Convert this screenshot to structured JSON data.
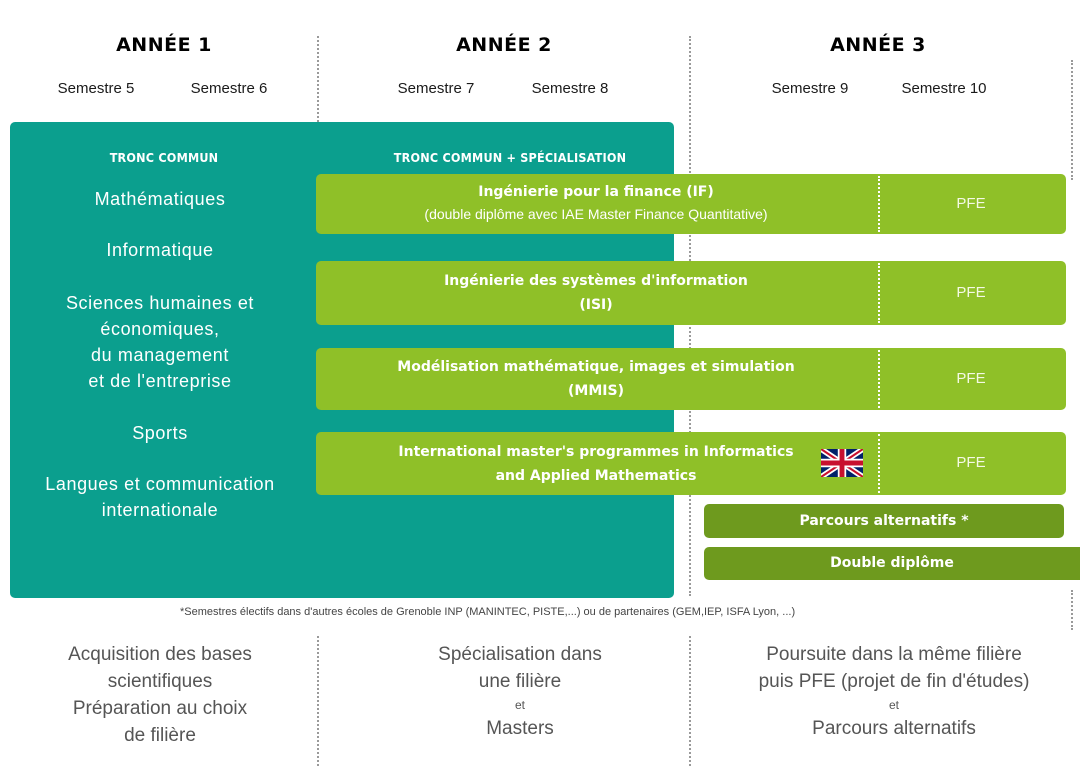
{
  "years": [
    {
      "label": "ANNÉE 1",
      "semesters": [
        "Semestre 5",
        "Semestre 6"
      ]
    },
    {
      "label": "ANNÉE 2",
      "semesters": [
        "Semestre 7",
        "Semestre 8"
      ]
    },
    {
      "label": "ANNÉE 3",
      "semesters": [
        "Semestre 9",
        "Semestre 10"
      ]
    }
  ],
  "tronc_commun": {
    "heading": "TRONC COMMUN",
    "heading_spec": "TRONC COMMUN + SPÉCIALISATION",
    "subjects": [
      "Mathématiques",
      "Informatique",
      "Sciences humaines et",
      "économiques,",
      "du management",
      "et de l'entreprise",
      "Sports",
      "Langues et communication",
      "internationale"
    ]
  },
  "tracks": [
    {
      "title": "Ingénierie pour la finance (IF)",
      "subtitle": "(double diplôme avec IAE Master Finance Quantitative)",
      "end": "PFE"
    },
    {
      "title": "Ingénierie des systèmes d'information",
      "subtitle": "(ISI)",
      "end": "PFE"
    },
    {
      "title": "Modélisation mathématique, images et simulation",
      "subtitle": "(MMIS)",
      "end": "PFE"
    },
    {
      "title": "International master's programmes in Informatics",
      "subtitle": "and Applied Mathematics",
      "end": "PFE",
      "icon": "uk-flag-icon"
    }
  ],
  "alternatives": [
    {
      "label": "Parcours alternatifs *"
    },
    {
      "label": "Double diplôme"
    }
  ],
  "footnote": "*Semestres électifs dans d'autres écoles de Grenoble INP (MANINTEC, PISTE,...) ou de partenaires (GEM,IEP, ISFA Lyon, ...)",
  "bottom": [
    {
      "lines": [
        "Acquisition des bases",
        "scientifiques",
        "Préparation au choix",
        "de filière"
      ]
    },
    {
      "lines": [
        "Spécialisation dans",
        "une filière"
      ],
      "conj": "et",
      "after": [
        "Masters"
      ]
    },
    {
      "lines": [
        "Poursuite dans la même filière",
        "puis PFE (projet de fin d'études)"
      ],
      "conj": "et",
      "after": [
        "Parcours alternatifs"
      ]
    }
  ],
  "colors": {
    "teal": "#0b9f8e",
    "green": "#8fc028",
    "dark_green": "#6e9a1e"
  }
}
